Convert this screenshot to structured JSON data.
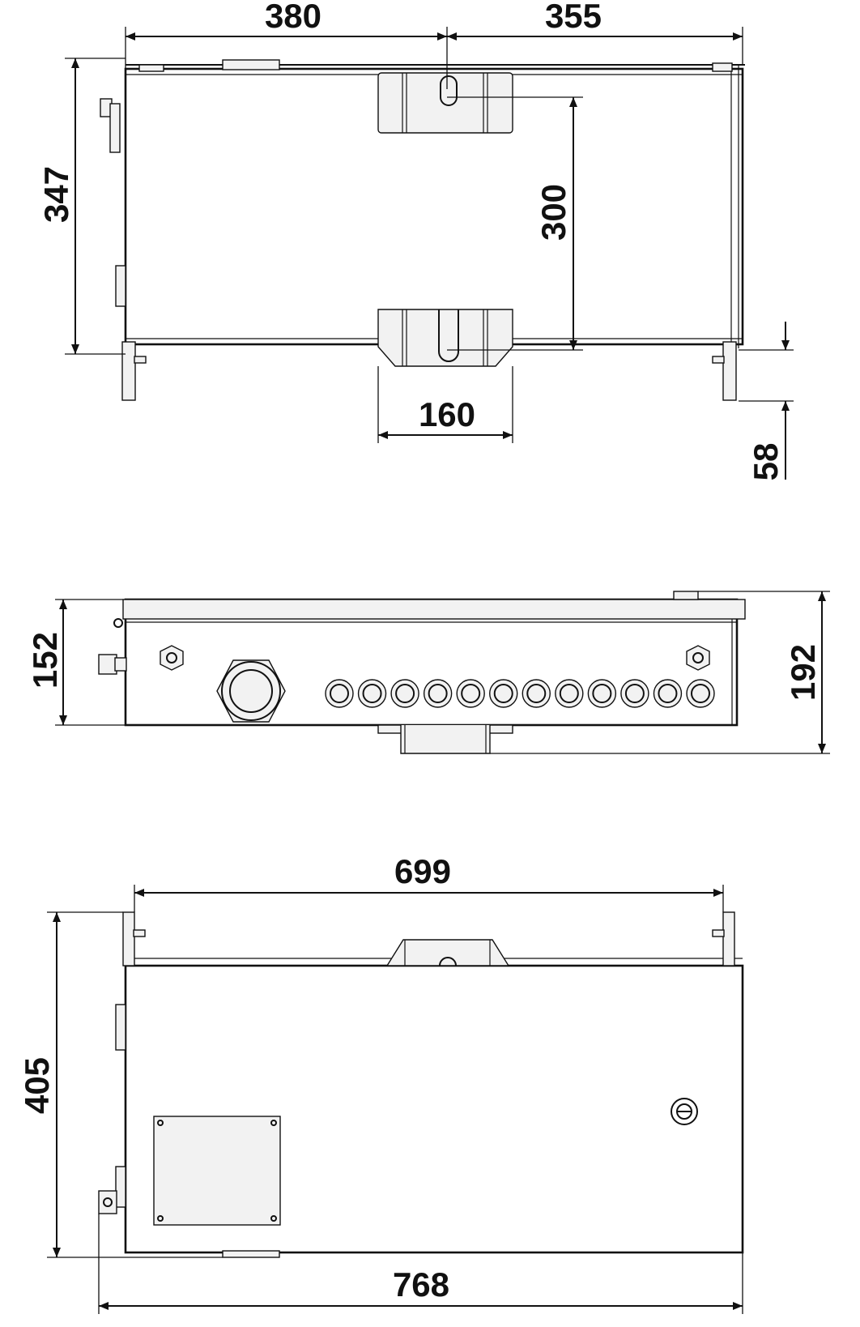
{
  "views": {
    "top": {
      "width_left": "380",
      "width_right": "355",
      "depth": "347",
      "bracket_spacing": "300",
      "bracket_width": "160",
      "foot_offset": "58"
    },
    "front": {
      "body_height": "152",
      "overall_height": "192",
      "gland_count": 12
    },
    "side": {
      "mount_width": "699",
      "height": "405",
      "overall_width": "768"
    }
  },
  "colors": {
    "line": "#111111",
    "fill": "#f2f2f2",
    "background": "#ffffff"
  }
}
